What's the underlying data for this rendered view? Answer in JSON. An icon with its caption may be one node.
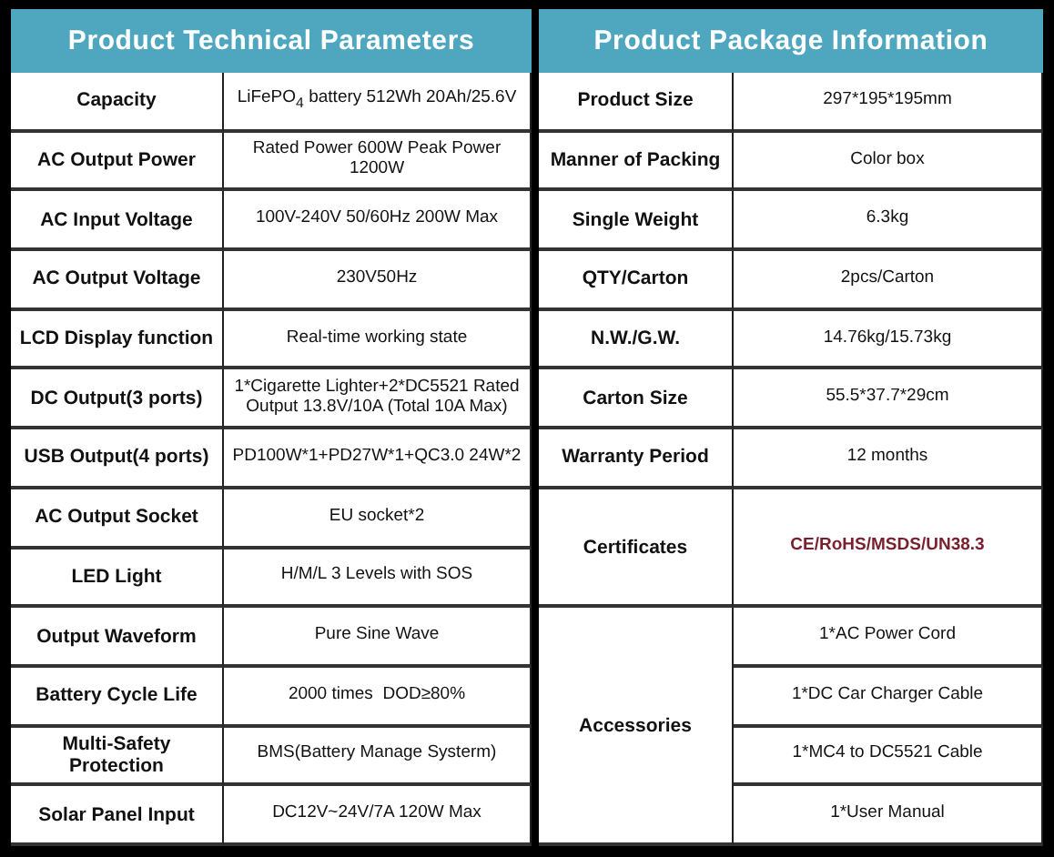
{
  "diagram": {
    "labels": [
      "Product Technical Parameters",
      "Product Package Information",
      "Capacity",
      "LiFePO$_{4}$ battery 512Wh 20Ah/25.6V",
      "Product Size",
      "297*195*195mm",
      "AC Output Power",
      "Rated Power 600W Peak Power 1200W",
      "Manner of Packing",
      "Color box",
      "AC Input Voltage",
      "100V-240V 50/60Hz 200W Max",
      "Single Weight",
      "6.3kg",
      "AC Output Voltage",
      "230V50Hz",
      "QTY/Carton",
      "2pcs/Carton",
      "LCD Display function",
      "Real-time working state",
      "N.W./G.W.",
      "14.76kg/15.73kg",
      "DC Output(3 ports)",
      "1*Cigarette Lighter+2*DC5521 Rated Output 13.8V/10A (Total 10A Max)",
      "Carton Size",
      "55.5*37.7*29cm",
      "USB Output(4 ports)",
      "PD100W*1+PD27W*1+QC3.0 24W*2",
      "Warranty Period",
      "12 months",
      "AC Output Socket",
      "EU socket*2",
      "Certificates",
      "CE/RoHS/MSDS/UN38.3",
      "LED Light",
      "H/M/L 3 Levels with SOS",
      "Output Waveform",
      "Pure Sine Wave",
      "Accessories",
      "1*AC Power Cord",
      "Battery Cycle Life",
      "2000 times  DOD≥80%",
      "1*DC Car Charger Cable",
      "Multi-Safety Protection",
      "BMS(Battery Manage Systerm)",
      "1*MC4 to DC5521 Cable",
      "Solar Panel Input",
      "DC12V~24V/7A 120W Max",
      "1*User Manual"
    ]
  }
}
